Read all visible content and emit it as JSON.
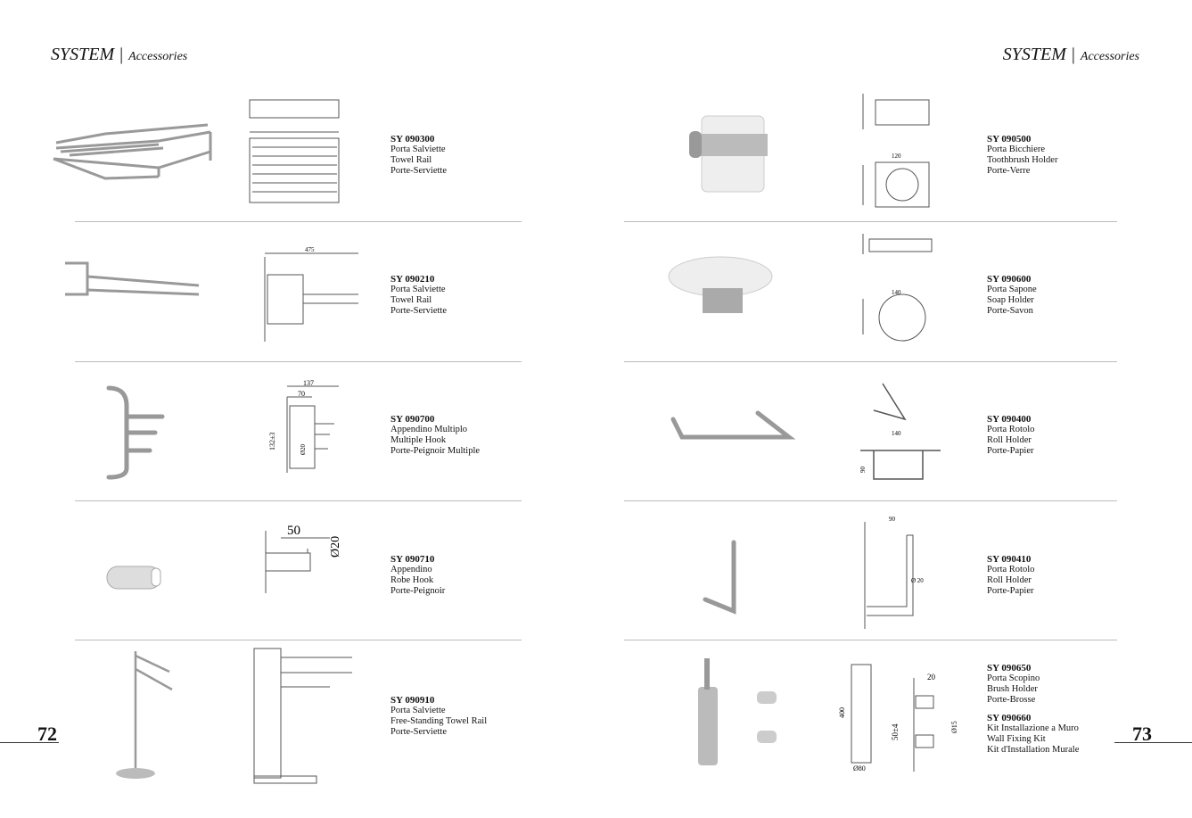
{
  "header": {
    "left": {
      "title": "SYSTEM",
      "sep": "|",
      "sub": "Accessories"
    },
    "right": {
      "title": "SYSTEM",
      "sep": "|",
      "sub": "Accessories"
    }
  },
  "page_numbers": {
    "left": "72",
    "right": "73"
  },
  "left_products": [
    {
      "code": "SY 090300",
      "lines": [
        "Porta Salviette",
        "Towel Rail",
        "Porte-Serviette"
      ]
    },
    {
      "code": "SY 090210",
      "lines": [
        "Porta Salviette",
        "Towel Rail",
        "Porte-Serviette"
      ]
    },
    {
      "code": "SY 090700",
      "lines": [
        "Appendino Multiplo",
        "Multiple Hook",
        "Porte-Peignoir Multiple"
      ]
    },
    {
      "code": "SY 090710",
      "lines": [
        "Appendino",
        "Robe Hook",
        "Porte-Peignoir"
      ]
    },
    {
      "code": "SY 090910",
      "lines": [
        "Porta Salviette",
        "Free-Standing Towel Rail",
        "Porte-Serviette"
      ]
    }
  ],
  "right_products": [
    {
      "code": "SY 090500",
      "lines": [
        "Porta Bicchiere",
        "Toothbrush Holder",
        "Porte-Verre"
      ]
    },
    {
      "code": "SY 090600",
      "lines": [
        "Porta Sapone",
        "Soap Holder",
        "Porte-Savon"
      ]
    },
    {
      "code": "SY 090400",
      "lines": [
        "Porta Rotolo",
        "Roll Holder",
        "Porte-Papier"
      ]
    },
    {
      "code": "SY 090410",
      "lines": [
        "Porta Rotolo",
        "Roll Holder",
        "Porte-Papier"
      ]
    },
    {
      "code": "SY 090650",
      "lines": [
        "Porta Scopino",
        "Brush Holder",
        "Porte-Brosse"
      ]
    },
    {
      "code": "SY 090660",
      "lines": [
        "Kit Installazione a Muro",
        "Wall Fixing Kit",
        "Kit d'Installation Murale"
      ]
    }
  ],
  "dimensions": {
    "d1": "50",
    "d2": "Ø20",
    "d3": "137",
    "d4": "70",
    "d5": "132±3",
    "d6": "140",
    "d7": "120",
    "d8": "90",
    "d9": "Ø 20",
    "d10": "400",
    "d11": "20",
    "d12": "50±4",
    "d13": "Ø15",
    "d14": "Ø80",
    "d15": "475"
  }
}
